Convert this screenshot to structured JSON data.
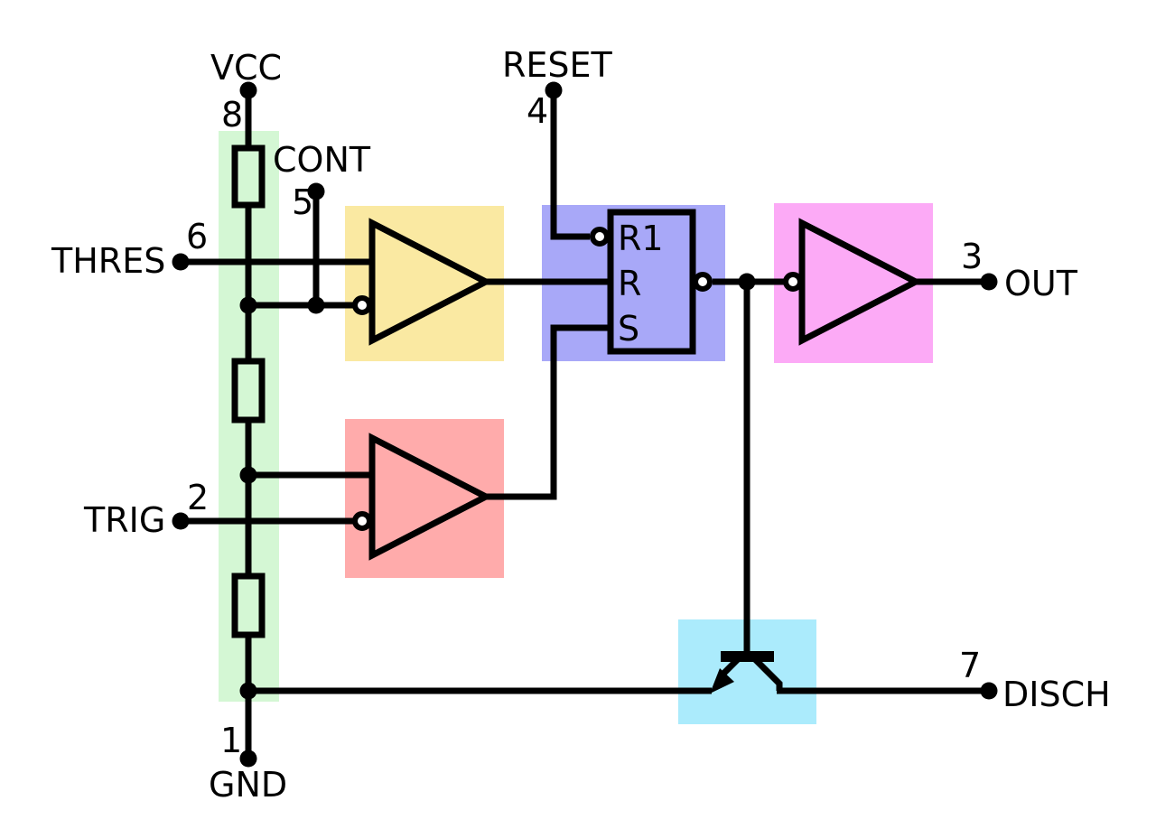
{
  "colors": {
    "background": "#ffffff",
    "wire": "#000000",
    "voltage_divider_highlight": "#d4f7d4",
    "threshold_comparator_highlight": "#fae9a2",
    "latch_highlight": "#a8a8f8",
    "trigger_comparator_highlight": "#ffabab",
    "output_buffer_highlight": "#fcaaf6",
    "discharge_transistor_highlight": "#abebfc"
  },
  "pins": {
    "vcc": {
      "label": "VCC",
      "number": "8"
    },
    "cont": {
      "label": "CONT",
      "number": "5"
    },
    "thres": {
      "label": "THRES",
      "number": "6"
    },
    "trig": {
      "label": "TRIG",
      "number": "2"
    },
    "reset": {
      "label": "RESET",
      "number": "4"
    },
    "out": {
      "label": "OUT",
      "number": "3"
    },
    "disch": {
      "label": "DISCH",
      "number": "7"
    },
    "gnd": {
      "label": "GND",
      "number": "1"
    }
  },
  "latch": {
    "input_top": "R1",
    "input_mid": "R",
    "input_bottom": "S"
  }
}
